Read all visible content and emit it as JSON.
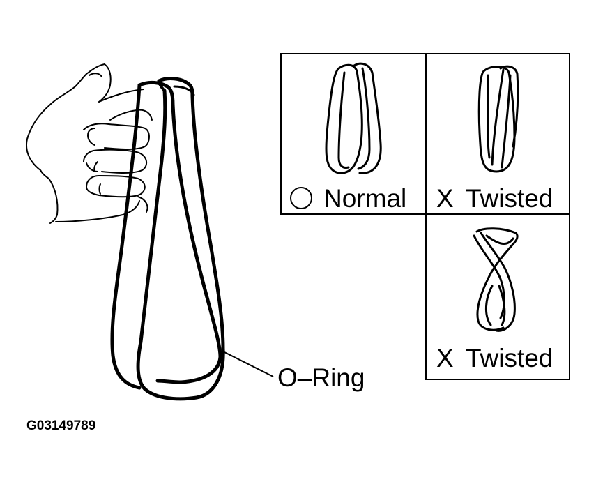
{
  "figure": {
    "callout_label": "O–Ring",
    "figure_code": "G03149789"
  },
  "panels": {
    "normal": {
      "mark": "○",
      "label": "Normal"
    },
    "twisted_1": {
      "mark": "X",
      "label": "Twisted"
    },
    "twisted_2": {
      "mark": "X",
      "label": "Twisted"
    }
  }
}
